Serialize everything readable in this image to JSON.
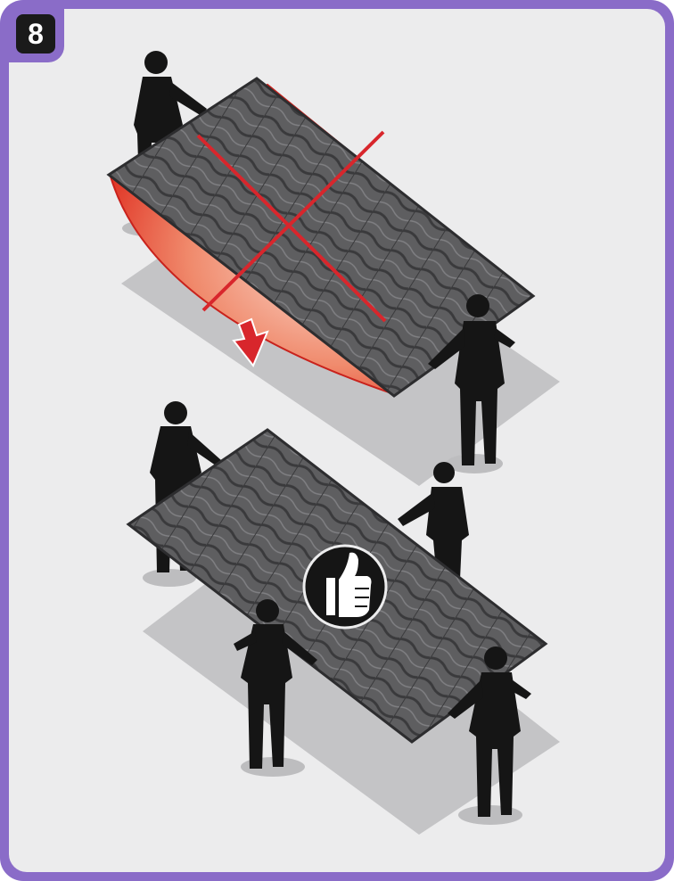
{
  "step": {
    "number": "8"
  },
  "colors": {
    "frame": "#8a6cc8",
    "panel": "#ececed",
    "sheet": "#5e5e60",
    "sheet_ridge": "#3a3a3c",
    "shadow": "#c4c4c6",
    "person": "#151515",
    "wrong_cross": "#d8262c",
    "sag_gradient_center": "#fbe1d7",
    "sag_gradient_edge": "#e03425"
  },
  "scenes": [
    {
      "id": "wrong-carry",
      "carriers": 2,
      "sag_shown": true,
      "crossed_out": true
    },
    {
      "id": "correct-carry",
      "carriers": 4,
      "sag_shown": false,
      "approval": "thumbs-up-icon"
    }
  ]
}
